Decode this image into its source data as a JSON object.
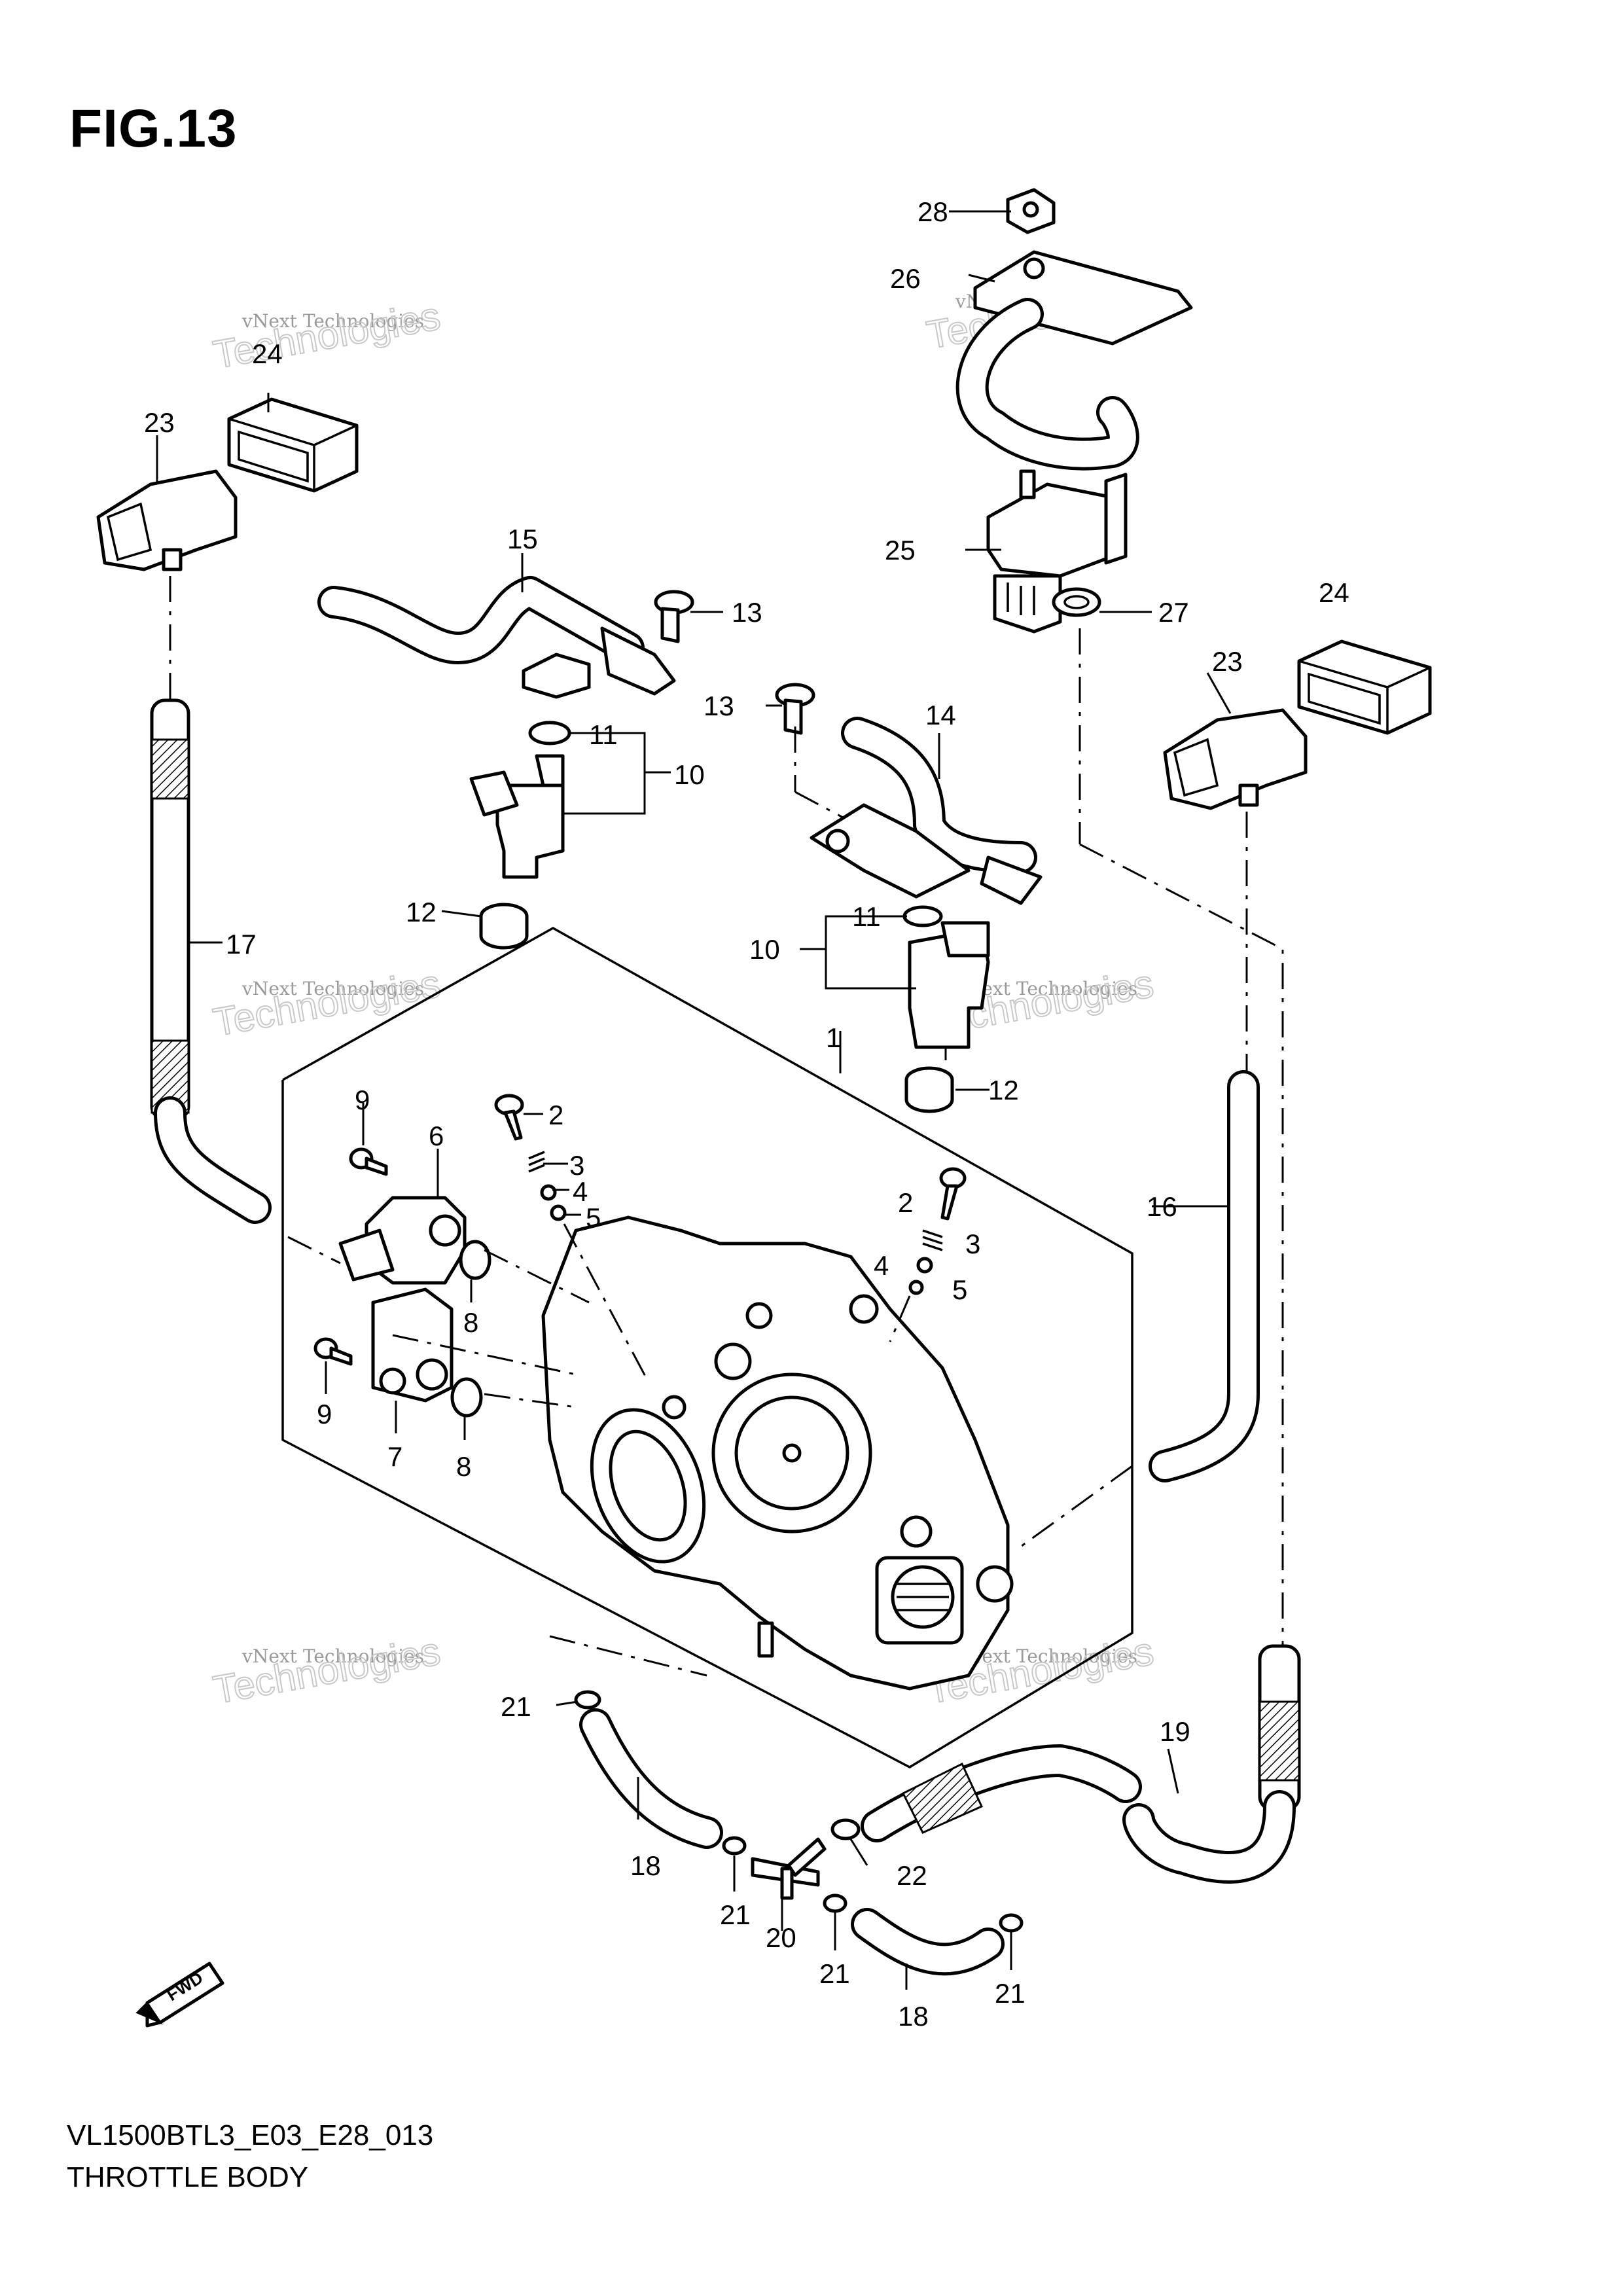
{
  "figure": {
    "title": "FIG.13",
    "model_code": "VL1500BTL3_E03_E28_013",
    "caption": "THROTTLE BODY"
  },
  "fwd_badge": "FWD",
  "watermark": {
    "line1": "vNext Technologies",
    "line2": "vNext",
    "line3": "Technologies"
  },
  "callouts": {
    "c1": "1",
    "c2a": "2",
    "c2b": "2",
    "c3a": "3",
    "c3b": "3",
    "c4a": "4",
    "c4b": "4",
    "c5a": "5",
    "c5b": "5",
    "c6": "6",
    "c7": "7",
    "c8a": "8",
    "c8b": "8",
    "c9a": "9",
    "c9b": "9",
    "c10a": "10",
    "c10b": "10",
    "c11a": "11",
    "c11b": "11",
    "c12a": "12",
    "c12b": "12",
    "c13a": "13",
    "c13b": "13",
    "c14": "14",
    "c15": "15",
    "c16": "16",
    "c17": "17",
    "c18a": "18",
    "c18b": "18",
    "c19": "19",
    "c20": "20",
    "c21a": "21",
    "c21b": "21",
    "c21c": "21",
    "c21d": "21",
    "c22": "22",
    "c23a": "23",
    "c23b": "23",
    "c24a": "24",
    "c24b": "24",
    "c25": "25",
    "c26": "26",
    "c27": "27",
    "c28": "28"
  }
}
